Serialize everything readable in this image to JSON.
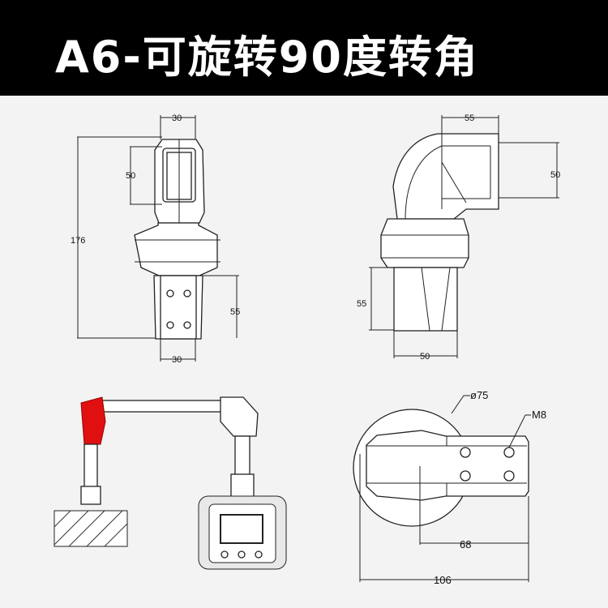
{
  "title": "A6-可旋转90度转角",
  "front_view": {
    "dim_top_width": "30",
    "dim_upper_height": "50",
    "dim_total_height": "176",
    "dim_lower_height": "55",
    "dim_bottom_width": "30"
  },
  "side_view": {
    "dim_top_width": "55",
    "dim_upper_height": "50",
    "dim_lower_height": "55",
    "dim_bottom_width": "50"
  },
  "top_view": {
    "dim_diameter": "ø75",
    "dim_thread": "M8",
    "dim_offset": "68",
    "dim_total_length": "106"
  },
  "colors": {
    "accent_red": "#e01010",
    "title_bg": "#000000"
  }
}
